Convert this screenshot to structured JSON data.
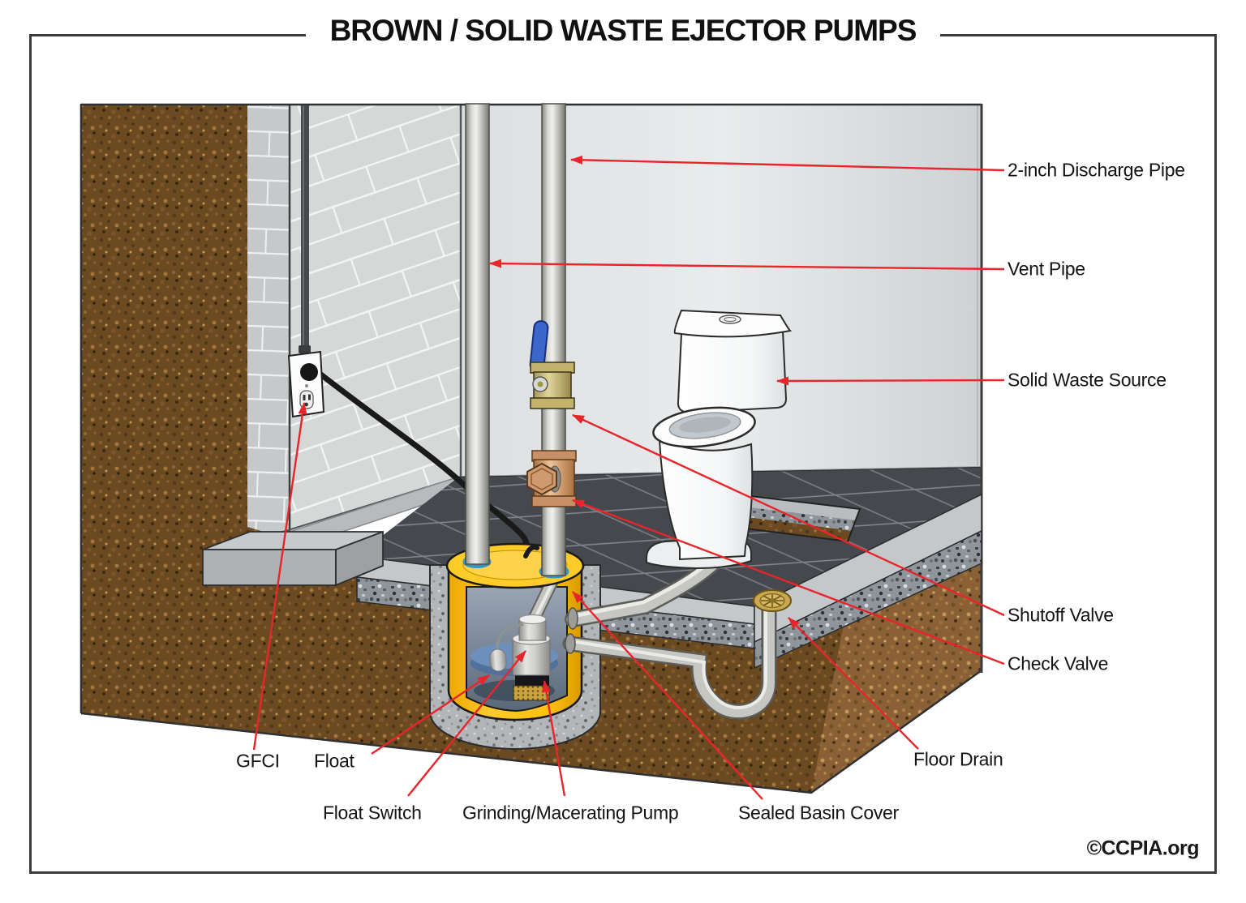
{
  "title": "BROWN / SOLID WASTE EJECTOR PUMPS",
  "labels": {
    "discharge_pipe": "2-inch Discharge Pipe",
    "vent_pipe": "Vent Pipe",
    "solid_waste_source": "Solid Waste Source",
    "shutoff_valve": "Shutoff Valve",
    "check_valve": "Check Valve",
    "floor_drain": "Floor Drain",
    "gfci": "GFCI",
    "float": "Float",
    "float_switch": "Float Switch",
    "grinding_pump": "Grinding/Macerating Pump",
    "sealed_basin_cover": "Sealed Basin Cover"
  },
  "copyright": "©CCPIA.org",
  "colors": {
    "leader_red": "#e8252a",
    "basin_yellow": "#ffc20e",
    "pipe_silver": "#c9c9c5",
    "valve_brass": "#d6c88a",
    "valve_copper": "#d8a276",
    "handle_blue": "#3a67c9",
    "tile_dark": "#45484c",
    "soil_brown": "#6b4a22",
    "wall_gray": "#d6d8d8",
    "frame_border": "#3a3b3d"
  }
}
